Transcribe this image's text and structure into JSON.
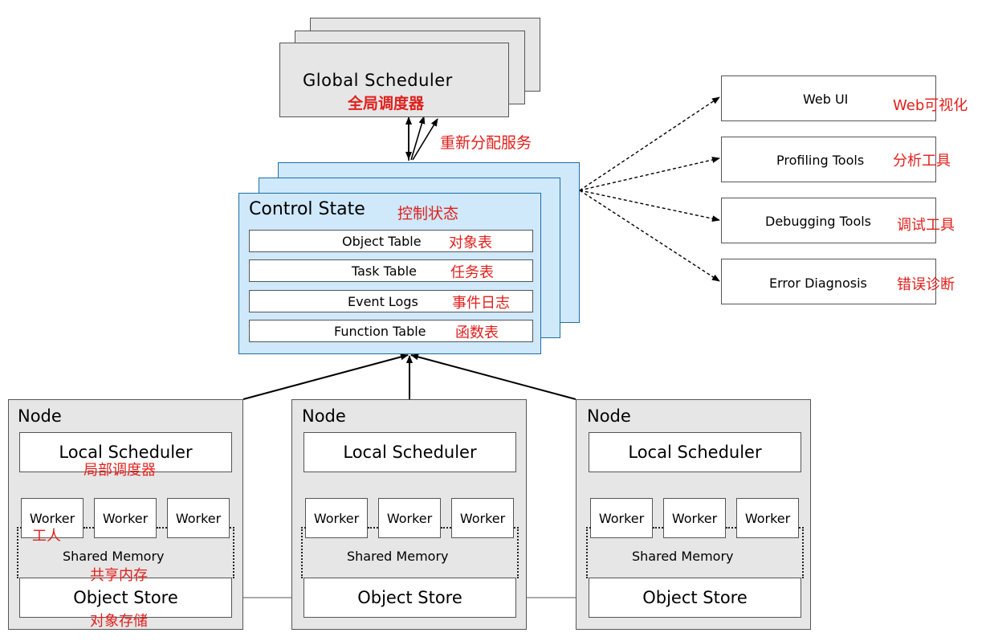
{
  "global_scheduler": {
    "title": "Global Scheduler",
    "title_cn": "全局调度器"
  },
  "reassign_label_cn": "重新分配服务",
  "control_state": {
    "title": "Control State",
    "title_cn": "控制状态",
    "rows": [
      {
        "label": "Object Table",
        "cn": "对象表"
      },
      {
        "label": "Task Table",
        "cn": "任务表"
      },
      {
        "label": "Event Logs",
        "cn": "事件日志"
      },
      {
        "label": "Function Table",
        "cn": "函数表"
      }
    ]
  },
  "tools": [
    {
      "label": "Web UI",
      "cn": "Web可视化"
    },
    {
      "label": "Profiling Tools",
      "cn": "分析工具"
    },
    {
      "label": "Debugging Tools",
      "cn": "调试工具"
    },
    {
      "label": "Error Diagnosis",
      "cn": "错误诊断"
    }
  ],
  "nodes": [
    {
      "title": "Node",
      "local_scheduler": "Local Scheduler",
      "local_scheduler_cn": "局部调度器",
      "workers": [
        "Worker",
        "Worker",
        "Worker"
      ],
      "worker_cn": "工人",
      "shared_memory": "Shared Memory",
      "shared_memory_cn": "共享内存",
      "object_store": "Object Store",
      "object_store_cn": "对象存储"
    },
    {
      "title": "Node",
      "local_scheduler": "Local Scheduler",
      "workers": [
        "Worker",
        "Worker",
        "Worker"
      ],
      "shared_memory": "Shared Memory",
      "object_store": "Object Store"
    },
    {
      "title": "Node",
      "local_scheduler": "Local Scheduler",
      "workers": [
        "Worker",
        "Worker",
        "Worker"
      ],
      "shared_memory": "Shared Memory",
      "object_store": "Object Store"
    }
  ],
  "colors": {
    "annotation_red": "#e0201c",
    "control_state_fill": "#cfe8fa",
    "control_state_border": "#1d6fa5",
    "gray_fill": "#e6e6e6"
  }
}
